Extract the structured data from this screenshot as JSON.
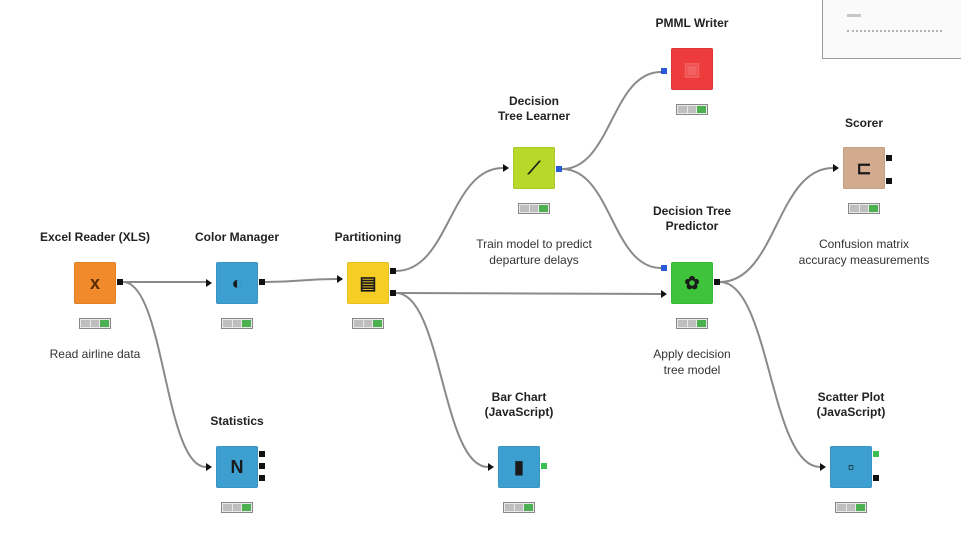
{
  "workflow": {
    "nodes": [
      {
        "id": "excel",
        "title": "Excel Reader (XLS)",
        "desc": "Read airline data",
        "color": "#f08a2a",
        "glyph": "x",
        "icon": "excel-reader-icon"
      },
      {
        "id": "color",
        "title": "Color Manager",
        "desc": "",
        "color": "#3c9fd0",
        "glyph": "◐",
        "icon": "color-manager-icon"
      },
      {
        "id": "stats",
        "title": "Statistics",
        "desc": "",
        "color": "#3c9fd0",
        "glyph": "N",
        "icon": "statistics-icon"
      },
      {
        "id": "part",
        "title": "Partitioning",
        "desc": "",
        "color": "#f5cd24",
        "glyph": "▤",
        "icon": "partitioning-icon"
      },
      {
        "id": "learner",
        "title": "Decision\nTree Learner",
        "desc": "Train model to predict\ndeparture delays",
        "color": "#b8d82a",
        "glyph": "⟋",
        "icon": "decision-tree-learner-icon"
      },
      {
        "id": "pmml",
        "title": "PMML Writer",
        "desc": "",
        "color": "#ee3b3b",
        "glyph": "▣",
        "icon": "pmml-writer-icon"
      },
      {
        "id": "predictor",
        "title": "Decision Tree\nPredictor",
        "desc": "Apply decision\ntree model",
        "color": "#3fc33a",
        "glyph": "✿",
        "icon": "decision-tree-predictor-icon"
      },
      {
        "id": "bar",
        "title": "Bar Chart\n(JavaScript)",
        "desc": "",
        "color": "#3c9fd0",
        "glyph": "▮",
        "icon": "bar-chart-icon"
      },
      {
        "id": "scorer",
        "title": "Scorer",
        "desc": "Confusion matrix\naccuracy measurements",
        "color": "#d2ab8e",
        "glyph": "⊏",
        "icon": "scorer-icon"
      },
      {
        "id": "scatter",
        "title": "Scatter Plot\n(JavaScript)",
        "desc": "",
        "color": "#3c9fd0",
        "glyph": "▫",
        "icon": "scatter-plot-icon"
      }
    ],
    "colors": {
      "wire": "#8a8a8a",
      "port": "#111111",
      "status_ok": "#4caf50"
    }
  }
}
